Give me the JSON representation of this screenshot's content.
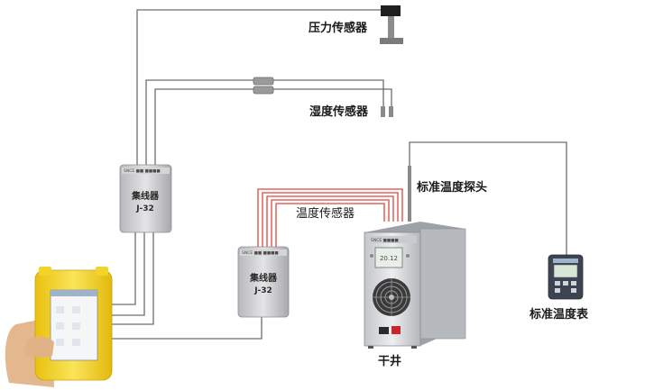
{
  "labels": {
    "pressure_sensor": "压力传感器",
    "humidity_sensor": "湿度传感器",
    "temperature_sensor": "温度传感器",
    "standard_probe": "标准温度探头",
    "standard_meter": "标准温度表",
    "dry_well": "干井"
  },
  "hub_1": {
    "title": "集线器",
    "model": "J-32"
  },
  "hub_2": {
    "title": "集线器",
    "model": "J-32"
  },
  "dry_well": {
    "display": "20.12"
  },
  "colors": {
    "wire": "#6e6e6e",
    "temperature_wire": "#e0463f",
    "hub_body": "#c9c9cc",
    "handheld": "#f3d21c",
    "dry_well_body": "#d9dce0"
  }
}
